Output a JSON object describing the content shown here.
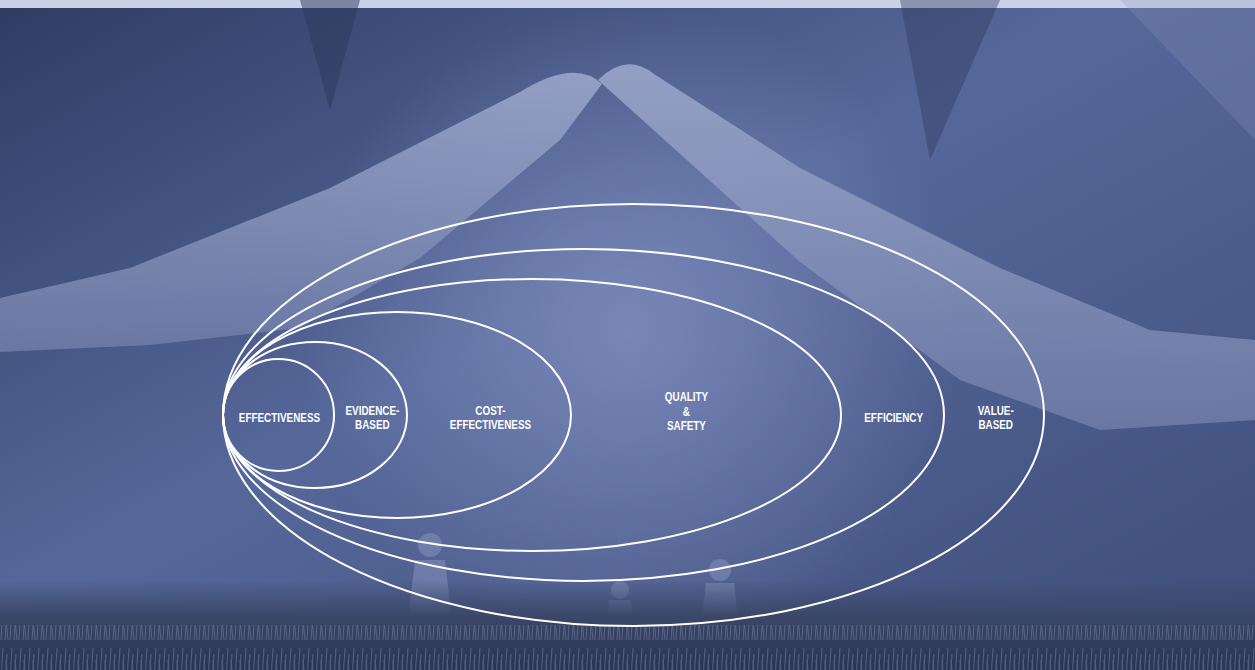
{
  "diagram": {
    "nodes": [
      {
        "text": [
          "VALUE- BASED"
        ]
      },
      {
        "text": [
          "EFFICIENCY"
        ],
        "in": 0
      },
      {
        "text": [
          "QUALITY & SAFETY"
        ],
        "in": 1
      },
      {
        "text": [
          "COST- EFFECTIVENESS"
        ],
        "in": 2
      },
      {
        "text": [
          "EVIDENCE- BASED"
        ],
        "in": 3
      },
      {
        "text": [
          "EFFECTIVENESS"
        ],
        "in": 4
      }
    ]
  }
}
